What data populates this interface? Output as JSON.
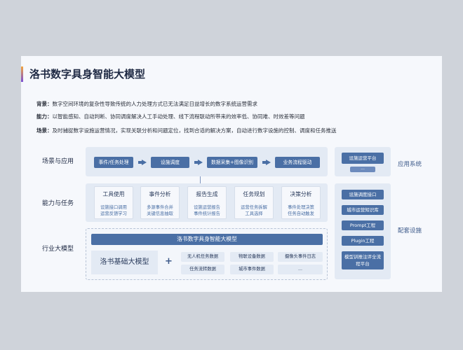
{
  "title": "洛书数字具身智能大模型",
  "desc": {
    "bg_label": "背景：",
    "bg_text": "数字空间环境的复杂性导致传统的人力处理方式已无法满足日益增长的数字系统运营需求",
    "cap_label": "能力：",
    "cap_text": "以智能感知、自动判断、协同调度解决人工手动处理、线下流程联动所带来的效率低、协同难、时效差等问题",
    "scene_label": "场景：",
    "scene_text": "及时捕捉数字设施运营情况，实现关联分析和问题定位，找到合适的解决方案，自动进行数字设施的控制、调度和任务推送"
  },
  "rows": {
    "scene": "场景与应用",
    "ability": "能力与任务",
    "industry": "行业大模型"
  },
  "side_labels": {
    "app": "应用系统",
    "infra": "配套设施"
  },
  "flow": [
    "事件/任务处理",
    "设施调度",
    "数据采集+图像识别",
    "业务流程驱动"
  ],
  "app_platform": "设施运营平台",
  "app_more": "...",
  "cards": [
    {
      "title": "工具使用",
      "line1": "设施接口调用",
      "line2": "运营反馈学习"
    },
    {
      "title": "事件分析",
      "line1": "多源事件合并",
      "line2": "关键信息抽取"
    },
    {
      "title": "报告生成",
      "line1": "设施运营报告",
      "line2": "事件统计报告"
    },
    {
      "title": "任务规划",
      "line1": "运营任务拆解",
      "line2": "工具选择"
    },
    {
      "title": "决策分析",
      "line1": "事件处理决策",
      "line2": "任务自动触发"
    }
  ],
  "infra": [
    "设施调度接口",
    "城市运营知识库",
    "Prompt工程",
    "Plugin工程",
    "模型训推注评全流程平台"
  ],
  "model_bar": "洛书数字具身智能大模型",
  "base_model": "洛书基础大模型",
  "plus": "+",
  "data_chips": [
    "无人机任务数据",
    "物联设备数据",
    "摄像头事件日志",
    "任务流转数据",
    "城市事件数据",
    "..."
  ]
}
